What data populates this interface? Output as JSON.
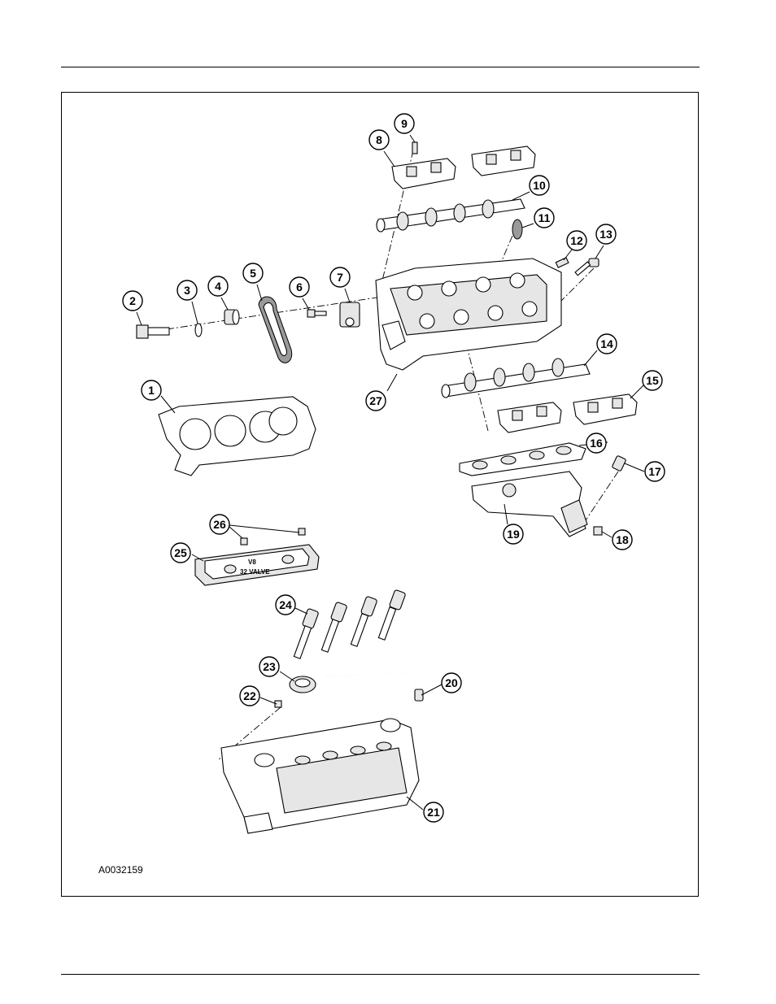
{
  "figure": {
    "id": "A0032159",
    "engraved_text": {
      "line1": "V8",
      "line2": "32 VALVE"
    }
  },
  "callouts": [
    "1",
    "2",
    "3",
    "4",
    "5",
    "6",
    "7",
    "8",
    "9",
    "10",
    "11",
    "12",
    "13",
    "14",
    "15",
    "16",
    "17",
    "18",
    "19",
    "20",
    "21",
    "22",
    "23",
    "24",
    "25",
    "26",
    "27"
  ]
}
